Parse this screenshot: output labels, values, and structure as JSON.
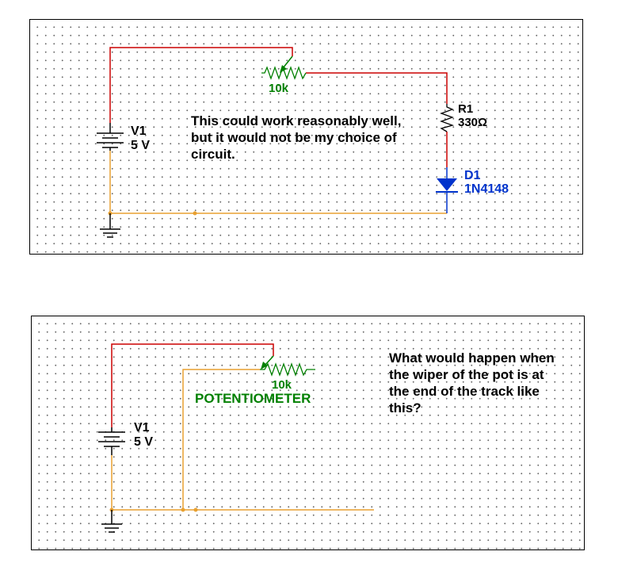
{
  "colors": {
    "wire_red": "#cc0000",
    "wire_orange": "#e8a030",
    "component_black": "#000000",
    "pot_green": "#008000",
    "diode_blue": "#0033cc"
  },
  "panel1": {
    "battery": {
      "ref": "V1",
      "value": "5 V"
    },
    "potentiometer": {
      "value": "10k"
    },
    "resistor": {
      "ref": "R1",
      "value": "330Ω"
    },
    "diode": {
      "ref": "D1",
      "part": "1N4148"
    },
    "comment": "This could work reasonably well, but it would not be my choice of circuit."
  },
  "panel2": {
    "battery": {
      "ref": "V1",
      "value": "5 V"
    },
    "potentiometer": {
      "value": "10k",
      "name": "POTENTIOMETER"
    },
    "comment": "What would happen when the wiper of the pot is at the end of the track like this?"
  }
}
